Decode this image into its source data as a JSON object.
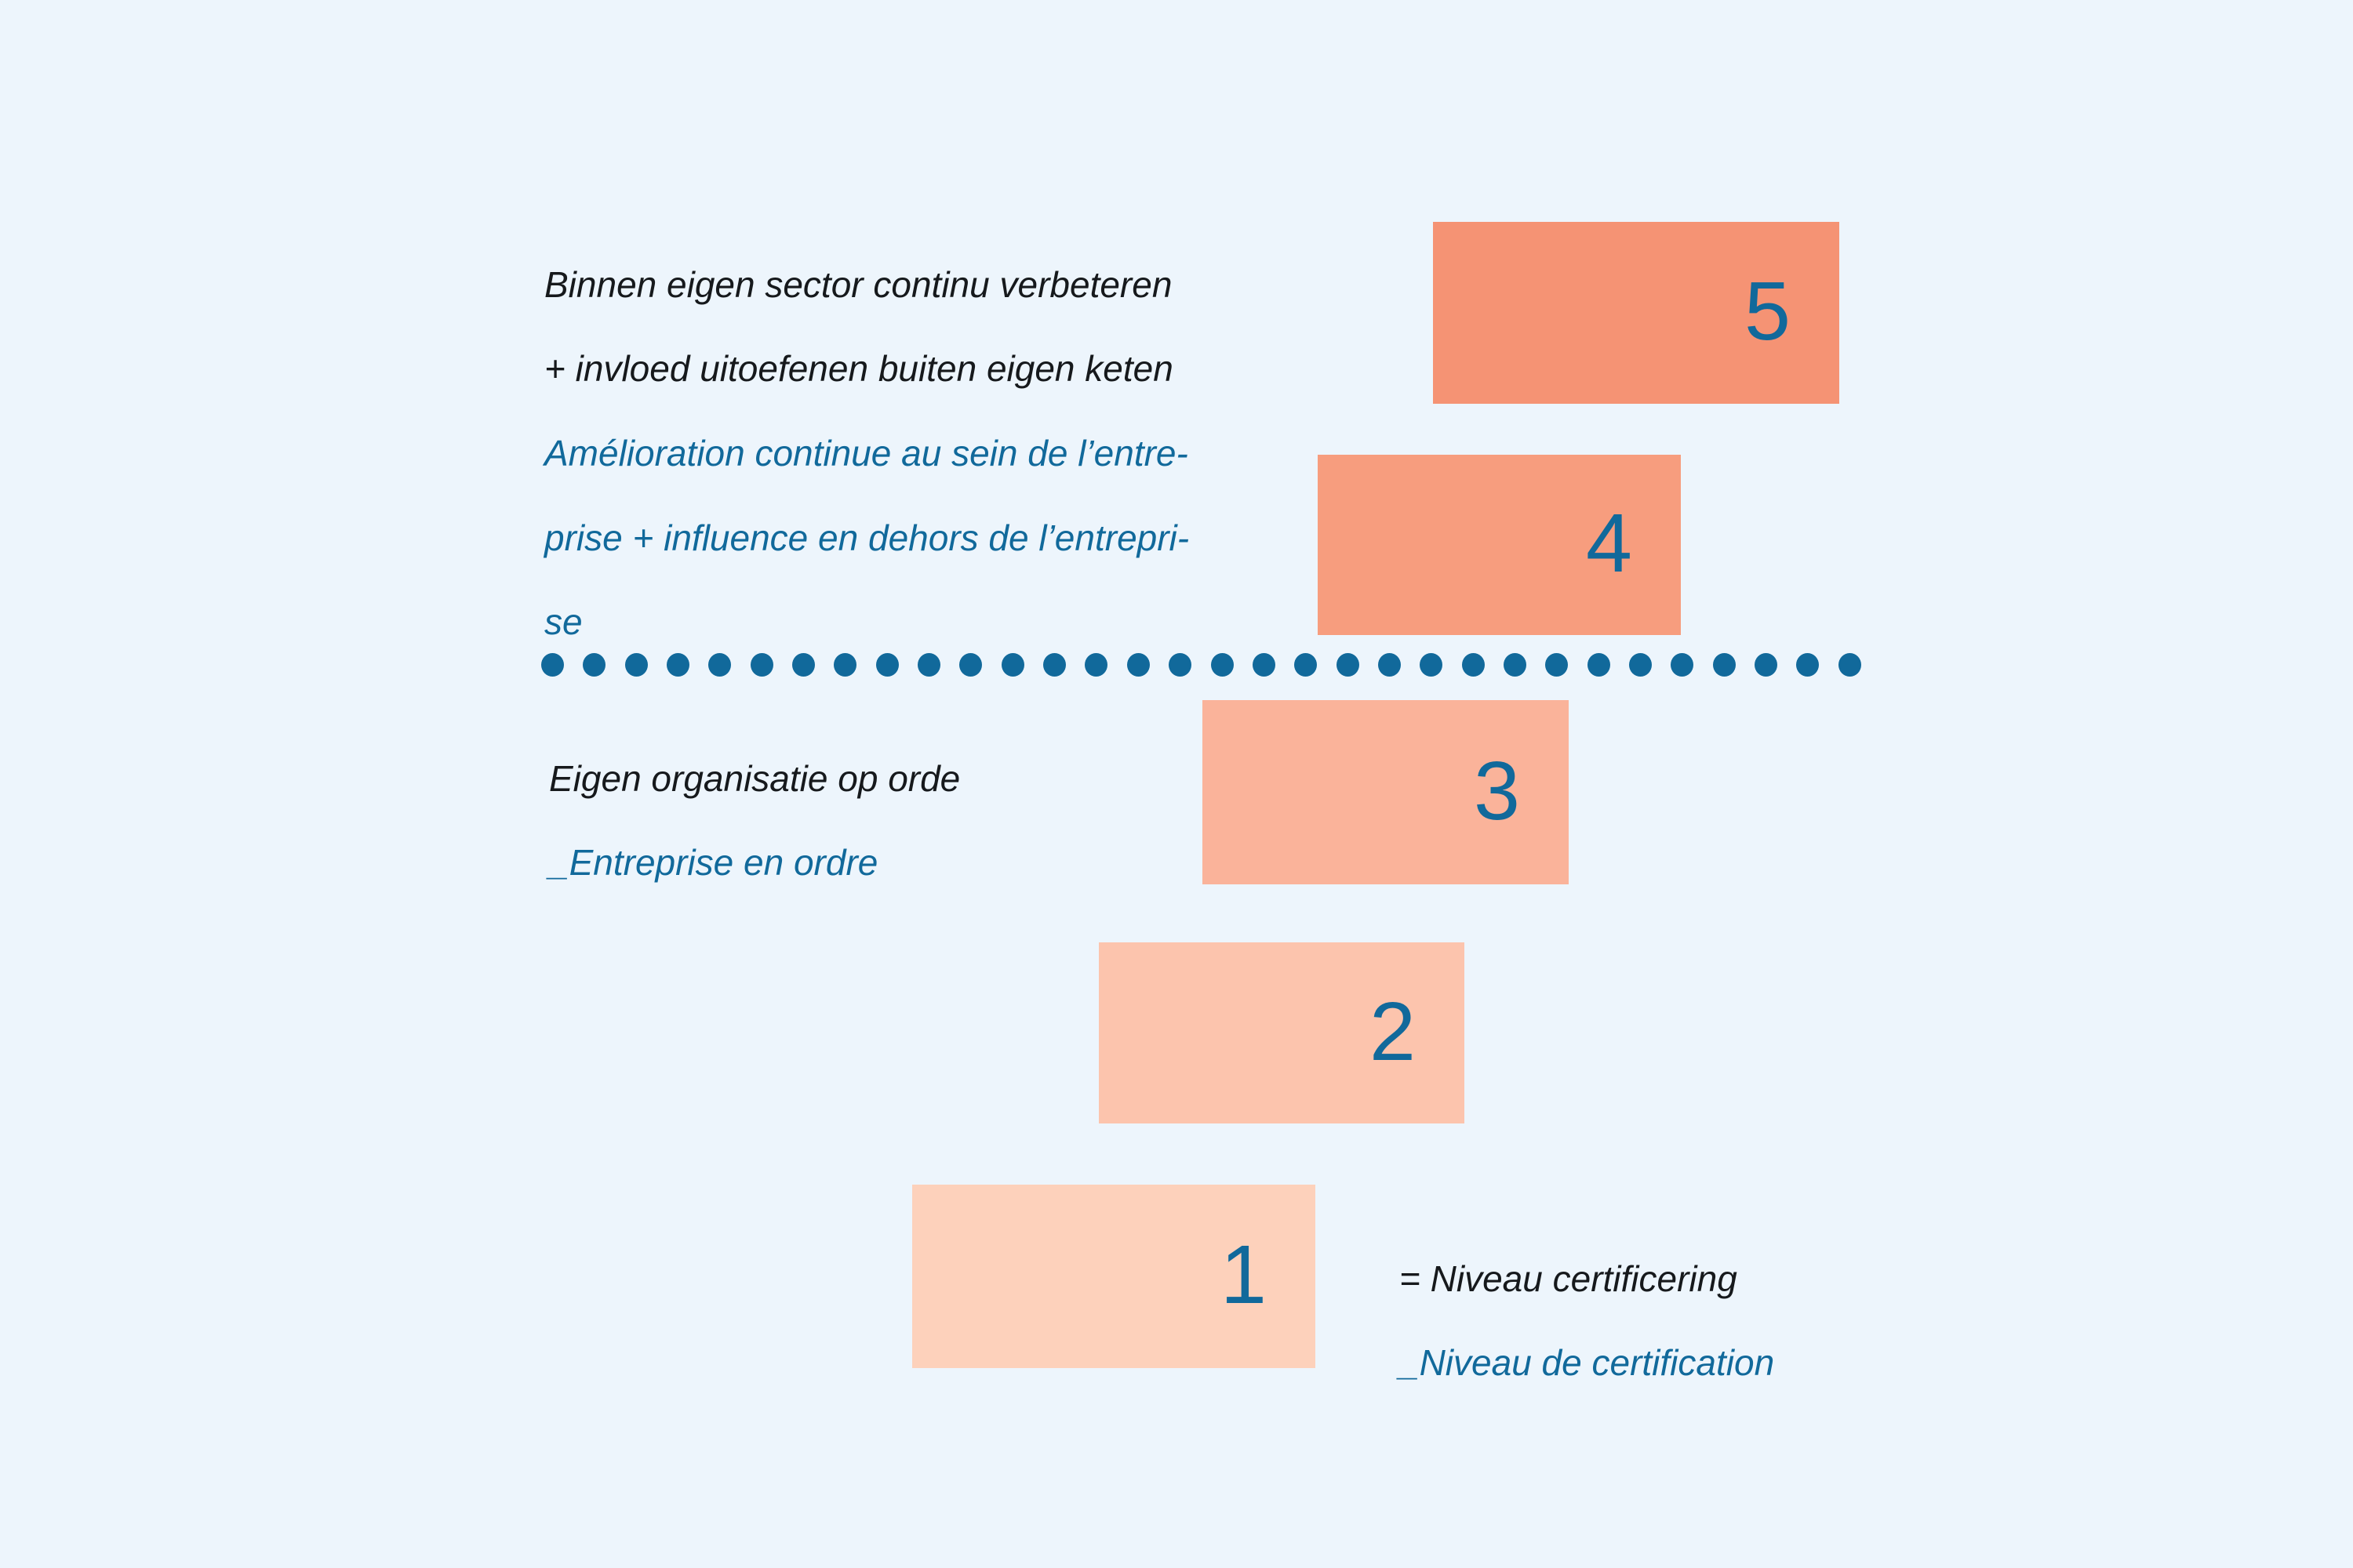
{
  "page": {
    "background_color": "#edf5fc",
    "accent_blue": "#11699b",
    "text_black": "#16191c"
  },
  "chart_data": {
    "type": "bar",
    "title": "",
    "orientation": "ascending-staircase",
    "categories": [
      "1",
      "2",
      "3",
      "4",
      "5"
    ],
    "values": [
      1,
      2,
      3,
      4,
      5
    ],
    "labels": [
      "1",
      "2",
      "3",
      "4",
      "5"
    ],
    "bar_colors": [
      "#fdd1bb",
      "#fcc4ad",
      "#fab39a",
      "#f79d7e",
      "#f59374"
    ],
    "xlabel": "",
    "ylabel": "",
    "grid": false,
    "legend_position": "bottom-right",
    "annotations": [
      {
        "target_levels": [
          "4",
          "5"
        ],
        "nl": "Binnen eigen sector continu verbeteren\n+ invloed uitoefenen buiten eigen keten",
        "fr": "Amélioration continue au sein de l’entre-\nprise + influence en dehors de l’entrepri-\nse"
      },
      {
        "target_levels": [
          "1",
          "2",
          "3"
        ],
        "nl": "Eigen organisatie op orde",
        "fr": "_Entreprise en ordre"
      },
      {
        "target_levels": [
          "1"
        ],
        "nl": "= Niveau certificering",
        "fr": "_Niveau de certification"
      }
    ],
    "divider": {
      "style": "dotted",
      "color": "#11699b",
      "dot_count": 32,
      "separates": "levels 4-5 (above) from levels 1-3 (below)"
    }
  },
  "bars": [
    {
      "name": "bar-level-5",
      "label": "5",
      "color": "#f59374"
    },
    {
      "name": "bar-level-4",
      "label": "4",
      "color": "#f79d7e"
    },
    {
      "name": "bar-level-3",
      "label": "3",
      "color": "#fab39a"
    },
    {
      "name": "bar-level-2",
      "label": "2",
      "color": "#fcc4ad"
    },
    {
      "name": "bar-level-1",
      "label": "1",
      "color": "#fdd1bb"
    }
  ],
  "text_blocks": {
    "upper": {
      "nl_line1": "Binnen eigen sector continu verbeteren",
      "nl_line2": "+ invloed uitoefenen buiten eigen keten",
      "fr_line1": "Amélioration continue au sein de l’entre-",
      "fr_line2": "prise + influence en dehors de l’entrepri-",
      "fr_line3": "se"
    },
    "middle": {
      "nl_line1": "Eigen organisatie op orde",
      "fr_line1": "_Entreprise en ordre"
    },
    "legend": {
      "nl_line1": "= Niveau certificering",
      "fr_line1": "_Niveau de certification"
    }
  }
}
